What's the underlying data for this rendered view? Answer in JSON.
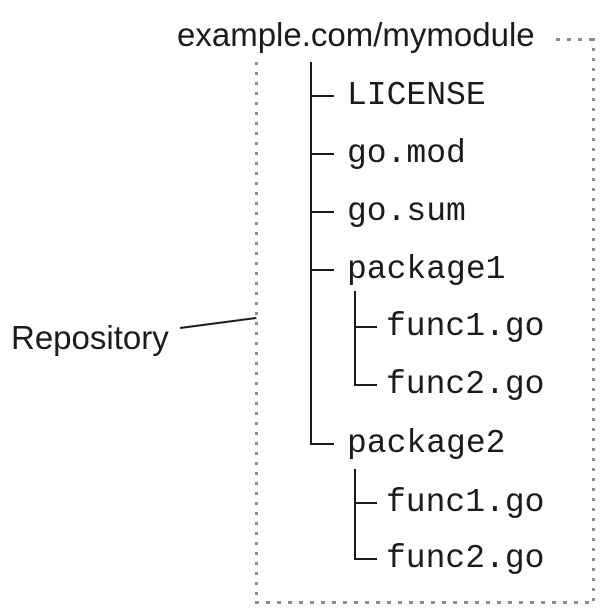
{
  "diagram": {
    "title": "example.com/mymodule",
    "repository_label": "Repository",
    "tree": {
      "root": "example.com/mymodule",
      "items": [
        {
          "label": "LICENSE",
          "level": 1,
          "parent": "example.com/mymodule"
        },
        {
          "label": "go.mod",
          "level": 1,
          "parent": "example.com/mymodule"
        },
        {
          "label": "go.sum",
          "level": 1,
          "parent": "example.com/mymodule"
        },
        {
          "label": "package1",
          "level": 1,
          "parent": "example.com/mymodule"
        },
        {
          "label": "func1.go",
          "level": 2,
          "parent": "package1"
        },
        {
          "label": "func2.go",
          "level": 2,
          "parent": "package1"
        },
        {
          "label": "package2",
          "level": 1,
          "parent": "example.com/mymodule"
        },
        {
          "label": "func1.go",
          "level": 2,
          "parent": "package2"
        },
        {
          "label": "func2.go",
          "level": 2,
          "parent": "package2"
        }
      ]
    },
    "colors": {
      "background": "#ffffff",
      "text": "#1b1b1b",
      "tree_line": "#1b1b1b",
      "dotted_border": "#8c8c8c"
    }
  }
}
